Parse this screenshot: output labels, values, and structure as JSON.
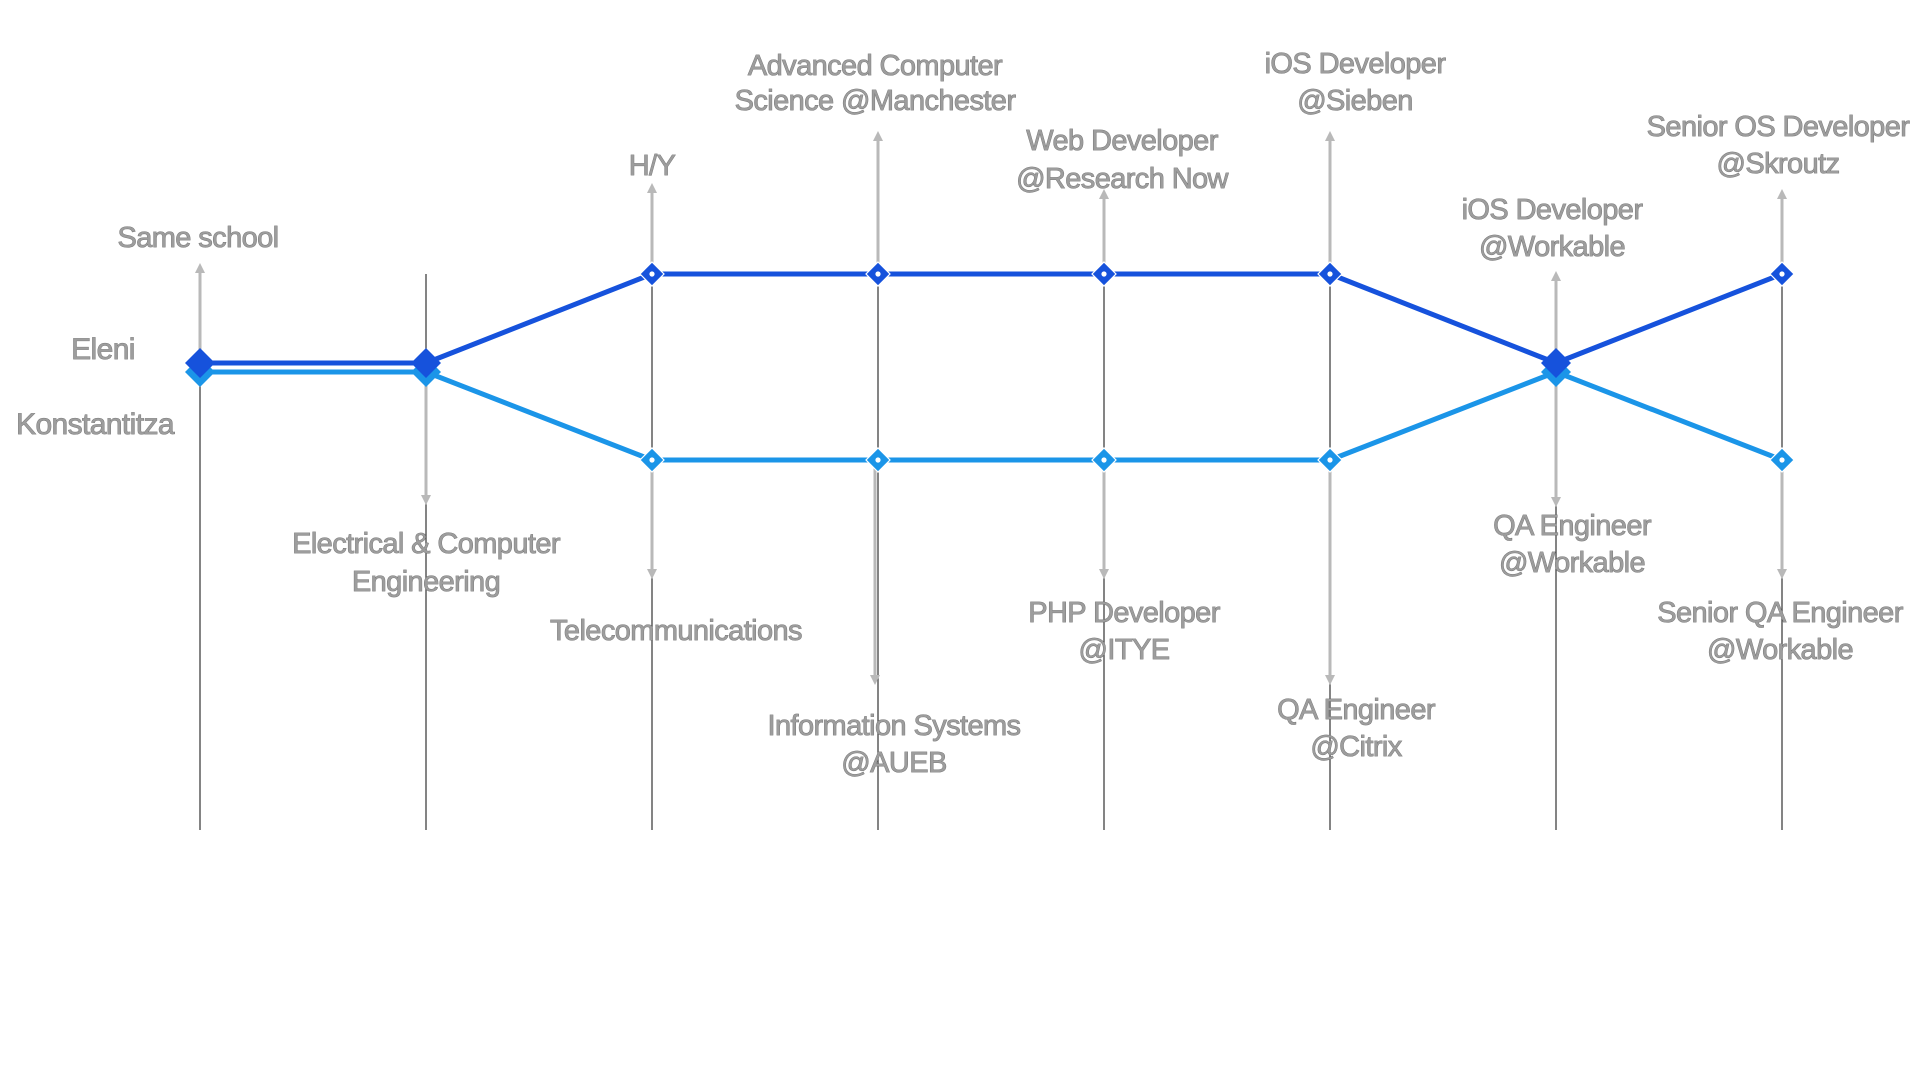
{
  "people": [
    {
      "name": "Eleni",
      "color": "#1652dc"
    },
    {
      "name": "Konstantitza",
      "color": "#1b95e8"
    }
  ],
  "colors": {
    "gridline": "#333333",
    "arrow": "#b9b9b9",
    "label_fill": "#9d9d9d"
  },
  "eleni_milestones": [
    {
      "lines": [
        "Same school"
      ]
    },
    {
      "lines": [
        "H/Y"
      ]
    },
    {
      "lines": [
        "Advanced Computer",
        "Science @Manchester"
      ]
    },
    {
      "lines": [
        "Web Developer",
        "@Research Now"
      ]
    },
    {
      "lines": [
        "iOS Developer",
        "@Sieben"
      ]
    },
    {
      "lines": [
        "iOS Developer",
        "@Workable"
      ]
    },
    {
      "lines": [
        "Senior OS Developer",
        "@Skroutz"
      ]
    }
  ],
  "konstantitza_milestones": [
    {
      "lines": [
        "Electrical & Computer",
        "Engineering"
      ]
    },
    {
      "lines": [
        "Telecommunications"
      ]
    },
    {
      "lines": [
        "Information Systems",
        "@AUEB"
      ]
    },
    {
      "lines": [
        "PHP Developer",
        "@ITYE"
      ]
    },
    {
      "lines": [
        "QA Engineer",
        "@Citrix"
      ]
    },
    {
      "lines": [
        "QA Engineer",
        "@Workable"
      ]
    },
    {
      "lines": [
        "Senior QA Engineer",
        "@Workable"
      ]
    }
  ]
}
